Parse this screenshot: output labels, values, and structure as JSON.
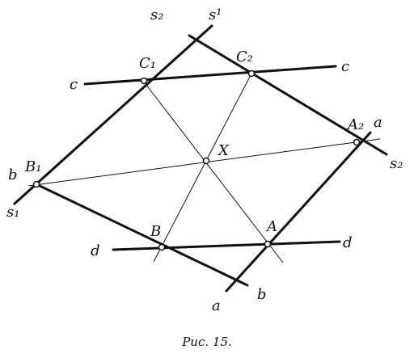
{
  "figure": {
    "caption": "Рис. 15.",
    "labels": {
      "s2_top": "s₂",
      "s1_top": "s¹",
      "C1": "C₁",
      "C2": "C₂",
      "c_left": "c",
      "c_right": "c",
      "A2": "A₂",
      "a_top": "a",
      "X": "X",
      "b_left": "b",
      "B1": "B₁",
      "s2_right": "s₂",
      "s1_bottom": "s₁",
      "B": "B",
      "A": "A",
      "d_left": "d",
      "d_right": "d",
      "a_bottom": "a",
      "b_bottom": "b"
    }
  }
}
